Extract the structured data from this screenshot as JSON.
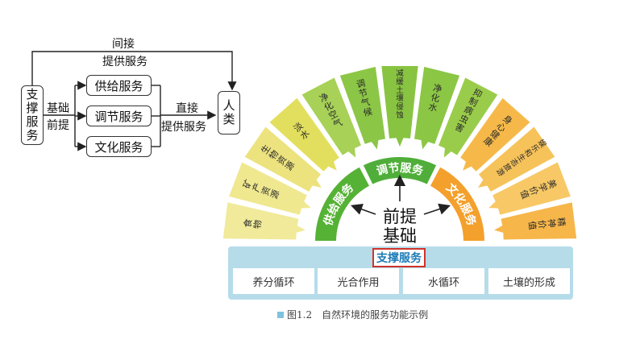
{
  "flow": {
    "support": "支撑服务",
    "indirect_top": "间接",
    "indirect_bottom": "提供服务",
    "basis_top": "基础",
    "basis_bottom": "前提",
    "services": [
      "供给服务",
      "调节服务",
      "文化服务"
    ],
    "direct_top": "直接",
    "direct_bottom": "提供服务",
    "human": "人类"
  },
  "wheel": {
    "center_line1": "前提",
    "center_line2": "基础",
    "arcs": [
      {
        "label": "供给服务",
        "color": "#55b235",
        "text_color": "#ffffff"
      },
      {
        "label": "调节服务",
        "color": "#ffffff",
        "text_color": "#1e7d3a"
      },
      {
        "label": "文化服务",
        "color": "#f4a02c",
        "text_color": "#ffffff"
      }
    ],
    "petals": [
      {
        "label": "食物",
        "color": "#f0ea9a"
      },
      {
        "label": "矿产资源",
        "color": "#efe88f"
      },
      {
        "label": "生物资源",
        "color": "#ece27e"
      },
      {
        "label": "淡水",
        "color": "#e3df5e"
      },
      {
        "label": "净化空气",
        "color": "#a7d157"
      },
      {
        "label": "调节气候",
        "color": "#8cc646"
      },
      {
        "label": "减缓土壤侵蚀",
        "color": "#88c441"
      },
      {
        "label": "净化水",
        "color": "#8cc645"
      },
      {
        "label": "抑制病虫害",
        "color": "#9acc4b"
      },
      {
        "label": "身心健康",
        "color": "#f6b949"
      },
      {
        "label": "娱乐和生态旅游",
        "color": "#f6c25a"
      },
      {
        "label": "美学价值",
        "color": "#f7c865"
      },
      {
        "label": "精神价值",
        "color": "#f6b64a"
      }
    ]
  },
  "support": {
    "title": "支撑服务",
    "items": [
      "养分循环",
      "光合作用",
      "水循环",
      "土壤的形成"
    ]
  },
  "caption": "图1.2　自然环境的服务功能示例"
}
